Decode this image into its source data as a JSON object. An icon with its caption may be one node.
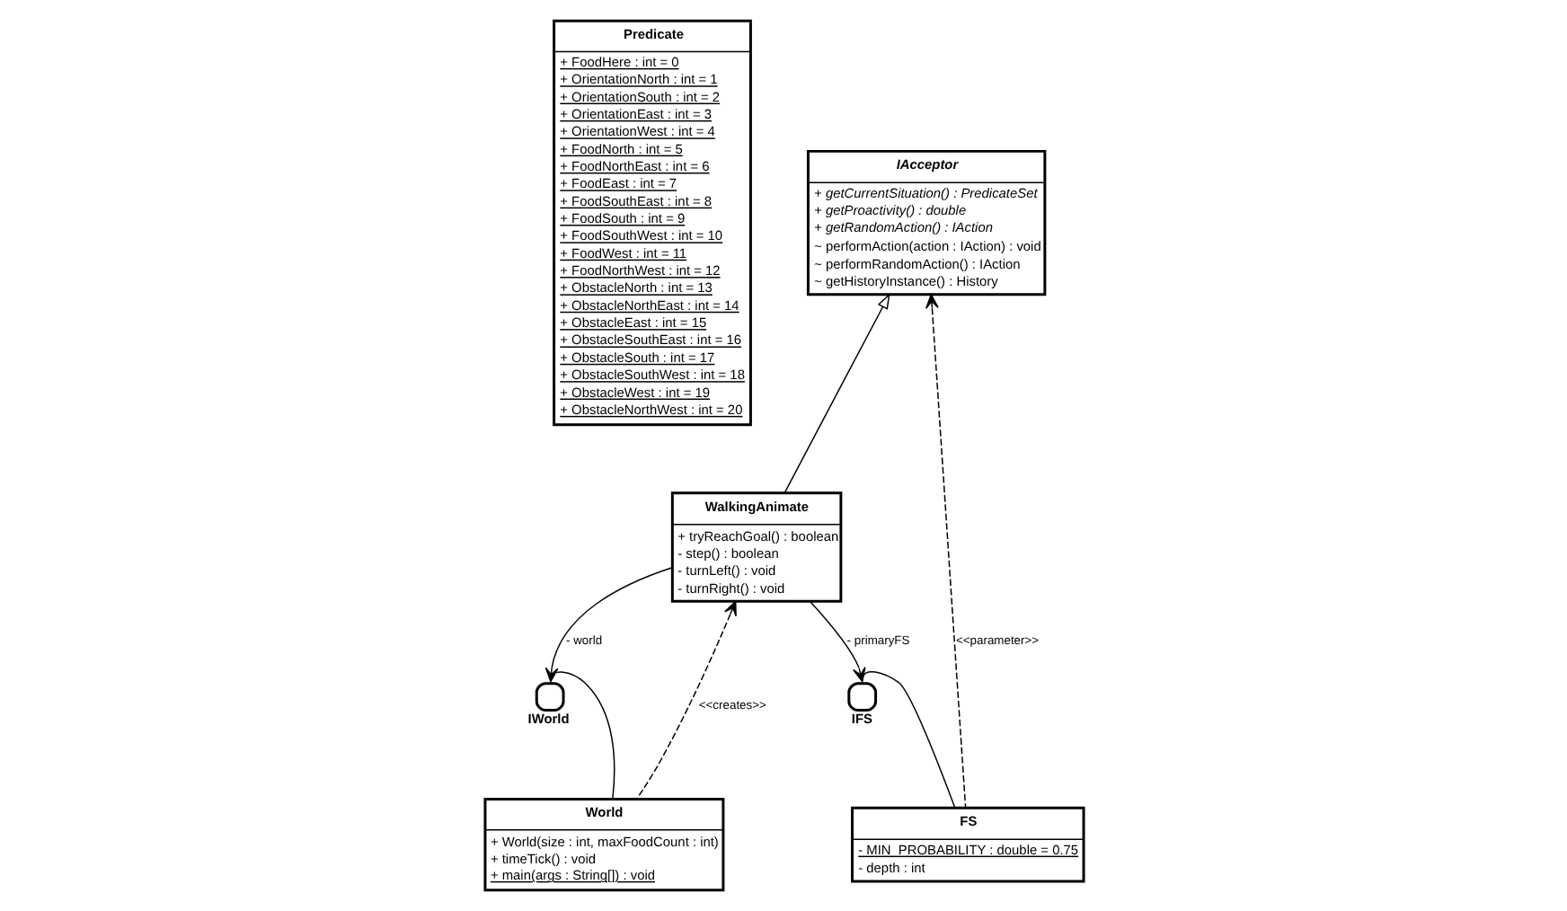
{
  "diagram": {
    "nodes": [
      {
        "text": [
          "Predicate",
          "+ FoodHere : int = 0",
          "+ OrientationNorth : int = 1",
          "+ OrientationSouth : int = 2",
          "+ OrientationEast : int = 3",
          "+ OrientationWest : int = 4",
          "+ FoodNorth : int = 5",
          "+ FoodNorthEast : int = 6",
          "+ FoodEast : int = 7",
          "+ FoodSouthEast : int = 8",
          "+ FoodSouth : int = 9",
          "+ FoodSouthWest : int = 10",
          "+ FoodWest : int = 11",
          "+ FoodNorthWest : int = 12",
          "+ ObstacleNorth : int = 13",
          "+ ObstacleNorthEast : int = 14",
          "+ ObstacleEast : int = 15",
          "+ ObstacleSouthEast : int = 16",
          "+ ObstacleSouth : int = 17",
          "+ ObstacleSouthWest : int = 18",
          "+ ObstacleWest : int = 19",
          "+ ObstacleNorthWest : int = 20"
        ]
      },
      {
        "text": [
          "IAcceptor",
          "+ getCurrentSituation() : PredicateSet",
          "+ getProactivity() : double",
          "+ getRandomAction() : IAction",
          "~ performAction(action : IAction) : void",
          "~ performRandomAction() : IAction",
          "~ getHistoryInstance() : History"
        ]
      },
      {
        "text": [
          "WalkingAnimate",
          "+ tryReachGoal() : boolean",
          "- step() : boolean",
          "- turnLeft() : void",
          "- turnRight() : void"
        ]
      },
      {
        "text": [
          "IFS"
        ]
      },
      {
        "text": [
          "IWorld"
        ]
      },
      {
        "text": [
          "FS",
          "- MIN_PROBABILITY : double = 0.75",
          "- depth : int"
        ]
      },
      {
        "text": [
          "World",
          "+ World(size : int, maxFoodCount : int)",
          "+ timeTick() : void",
          "+ main(args : String[]) : void"
        ]
      }
    ],
    "edges": [
      {
        "from": 5,
        "to": 1,
        "arrow": "to",
        "style": "dashed",
        "label": "<<parameter>>"
      },
      {
        "from": 2,
        "to": 1,
        "arrow": "to"
      },
      {
        "from": 2,
        "to": 3,
        "arrow": "to",
        "label": "- primaryFS"
      },
      {
        "from": 2,
        "to": 4,
        "arrow": "to",
        "label": "- world"
      },
      {
        "from": 3,
        "to": 5,
        "arrow": "none"
      },
      {
        "from": 4,
        "to": 6,
        "arrow": "none"
      },
      {
        "from": 6,
        "to": 2,
        "arrow": "to",
        "style": "dashed",
        "label": "<<creates>>"
      }
    ]
  }
}
